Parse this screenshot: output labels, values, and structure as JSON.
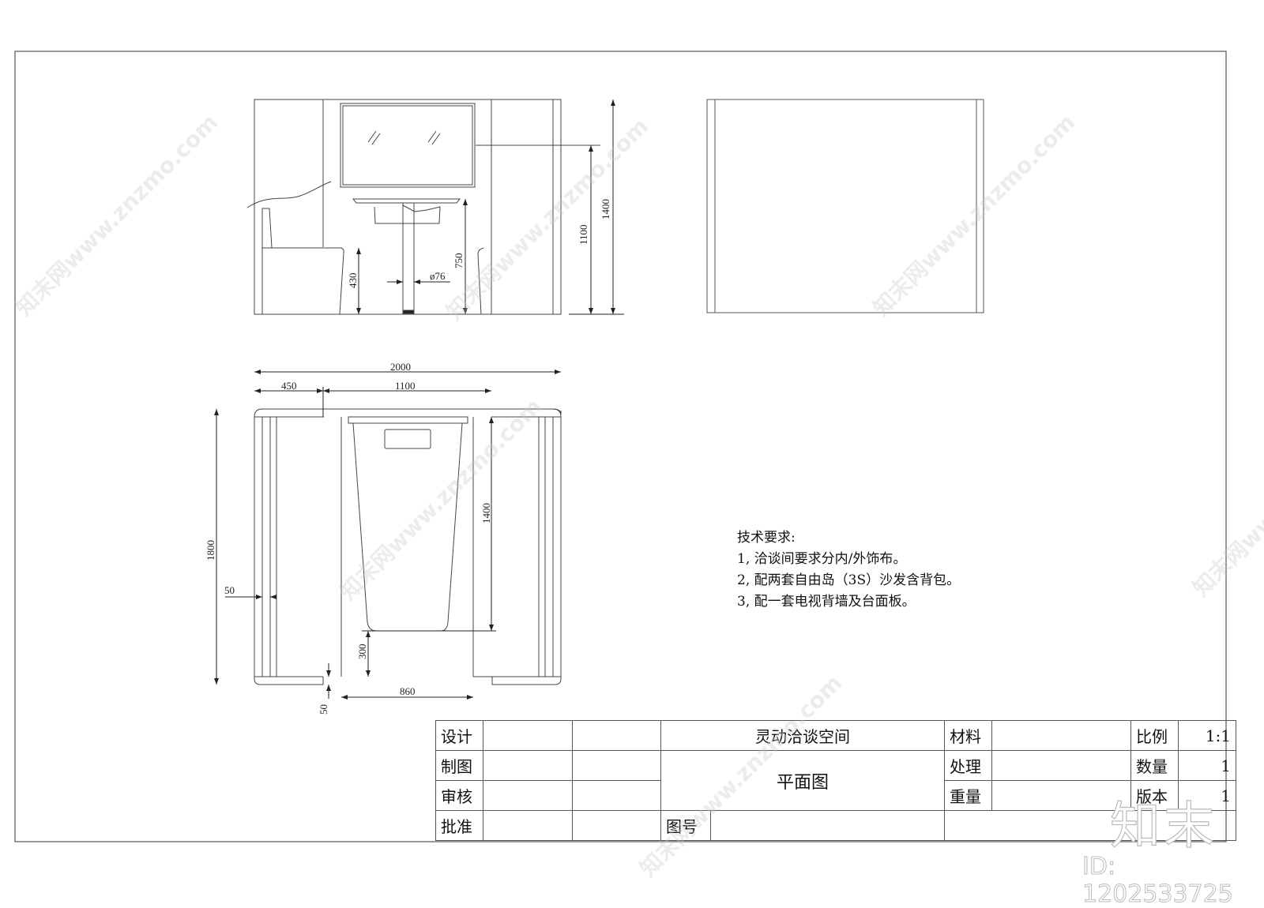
{
  "elevation_view": {
    "dimensions": {
      "total_height": "1400",
      "tv_height": "1100",
      "table_height": "750",
      "seat_height": "430",
      "pole_diameter": "ø76"
    }
  },
  "plan_view": {
    "dimensions": {
      "total_width": "2000",
      "seat_depth": "450",
      "table_span": "1100",
      "total_depth": "1800",
      "wall_thickness": "50",
      "table_length": "1400",
      "clearance": "300",
      "opening_width": "860",
      "bottom_offset": "50"
    }
  },
  "notes": {
    "title": "技术要求:",
    "items": [
      "1, 洽谈间要求分内/外饰布。",
      "2, 配两套自由岛（3S）沙发含背包。",
      "3, 配一套电视背墙及台面板。"
    ]
  },
  "title_block": {
    "design_label": "设计",
    "draft_label": "制图",
    "review_label": "审核",
    "approve_label": "批准",
    "project_name": "灵动洽谈空间",
    "drawing_name": "平面图",
    "drawing_no_label": "图号",
    "material_label": "材料",
    "treatment_label": "处理",
    "weight_label": "重量",
    "scale_label": "比例",
    "scale_value": "1:1",
    "quantity_label": "数量",
    "quantity_value": "1",
    "version_label": "版本",
    "version_value": "1"
  },
  "watermark": {
    "site": "知末网www.znzmo.com",
    "logo": "知末",
    "id_text": "ID: 1202533725"
  }
}
